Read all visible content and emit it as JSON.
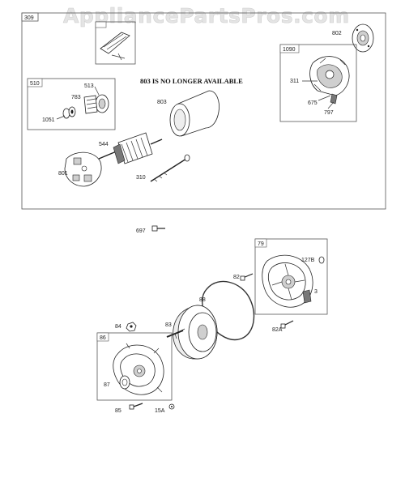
{
  "watermark": "AppliancePartsPros.com",
  "notice": "803 IS NO LONGER AVAILABLE",
  "boxes": {
    "main": "309",
    "brush": "510",
    "endcap": "1090",
    "housing": "79",
    "cover": "86"
  },
  "labels": {
    "p802": "802",
    "p513": "513",
    "p783": "783",
    "p1051": "1051",
    "p803": "803",
    "p311": "311",
    "p675": "675",
    "p797": "797",
    "p544": "544",
    "p801": "801",
    "p310": "310",
    "p697": "697",
    "p127b": "127B",
    "p82": "82",
    "p3": "3",
    "p88": "88",
    "p82a": "82A",
    "p84": "84",
    "p83": "83",
    "p87": "87",
    "p85": "85",
    "p15a": "15A"
  }
}
